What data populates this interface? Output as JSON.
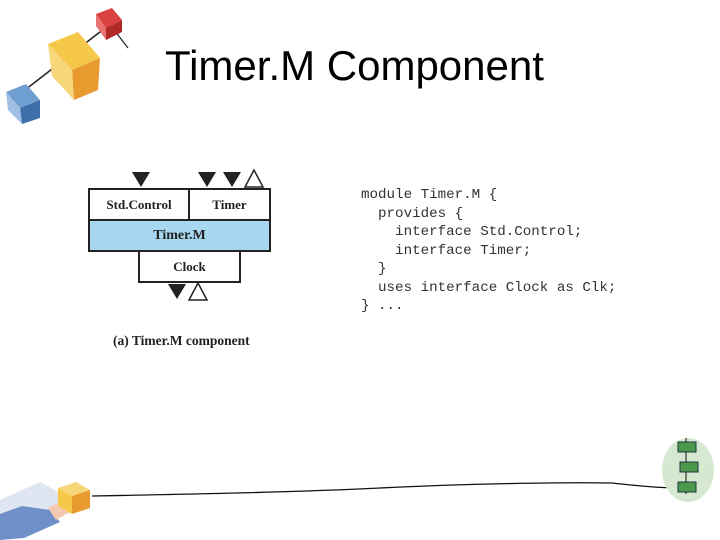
{
  "slide": {
    "title": "Timer.M Component"
  },
  "diagram": {
    "top_left_box": "Std.Control",
    "top_right_box": "Timer",
    "main_box": "Timer.M",
    "bottom_box": "Clock",
    "caption": "(a) Timer.M component",
    "colors": {
      "main_fill": "#a8d8ef",
      "border": "#222222"
    }
  },
  "code": {
    "lines": [
      "module Timer.M {",
      "  provides {",
      "    interface Std.Control;",
      "    interface Timer;",
      "  }",
      "  uses interface Clock as Clk;",
      "} ..."
    ]
  }
}
